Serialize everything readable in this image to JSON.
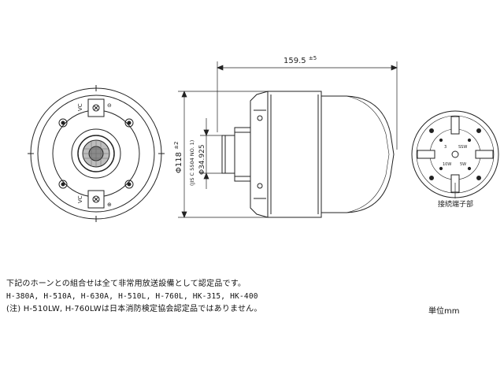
{
  "dimensions": {
    "length": "159.5",
    "length_tolerance": "±5",
    "diameter_outer": "Φ118",
    "diameter_outer_tolerance": "±2",
    "diameter_inner": "Φ34.925",
    "standard": "(JIS C 5504 NO. 1)"
  },
  "front_view": {
    "terminal_label_top": "VC",
    "terminal_label_bottom": "VC",
    "symbol_top": "⊖",
    "symbol_bottom": "⊕"
  },
  "terminal_view": {
    "caption": "接続端子部",
    "terminal_marks": [
      "3",
      "SSW",
      "10W",
      "5W"
    ]
  },
  "notes": {
    "line1": "下記のホーンとの組合せは全て非常用放送設備として認定品です。",
    "line2": "H-380A, H-510A, H-630A, H-510L, H-760L, HK-315, HK-400",
    "line3": "(注) H-510LW, H-760LWは日本消防検定協会認定品ではありません。"
  },
  "unit": "単位mm"
}
